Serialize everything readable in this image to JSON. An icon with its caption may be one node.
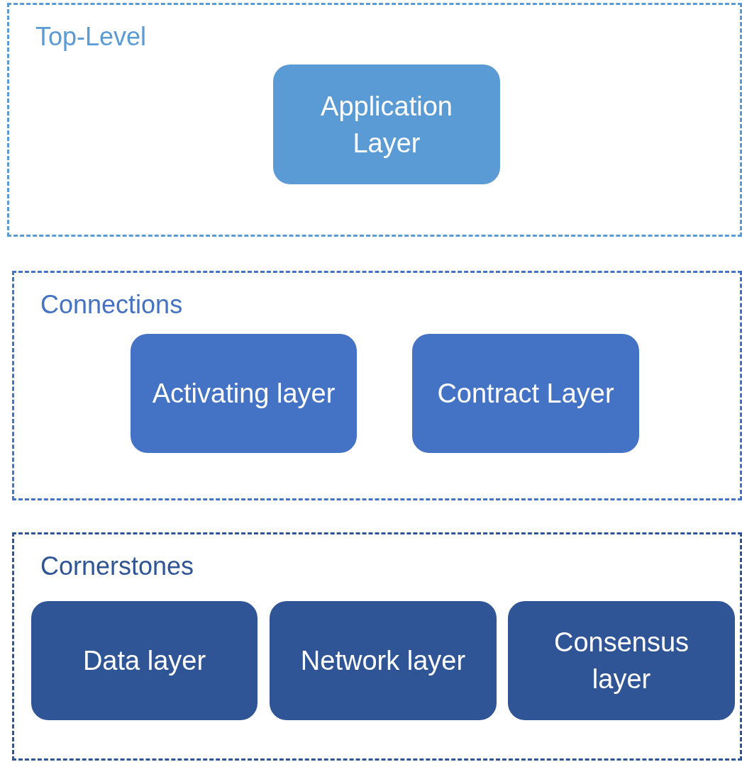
{
  "diagram": {
    "nodes": [
      {
        "text": [
          "Top-Level"
        ]
      },
      {
        "text": [
          "Application Layer"
        ],
        "in": 0
      },
      {
        "text": [
          "Connections"
        ]
      },
      {
        "text": [
          "Activating layer"
        ],
        "in": 2
      },
      {
        "text": [
          "Contract Layer"
        ],
        "in": 2
      },
      {
        "text": [
          "Cornerstones"
        ]
      },
      {
        "text": [
          "Data layer"
        ],
        "in": 5
      },
      {
        "text": [
          "Network layer"
        ],
        "in": 5
      },
      {
        "text": [
          "Consensus layer"
        ],
        "in": 5
      }
    ]
  }
}
